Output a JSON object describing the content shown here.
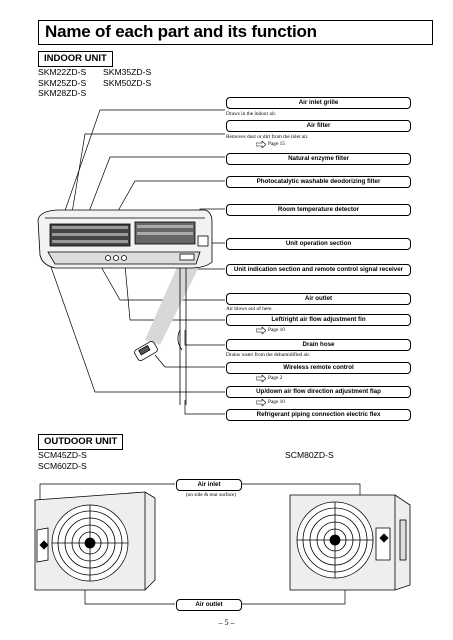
{
  "title": "Name of each part and its function",
  "indoor": {
    "heading": "INDOOR UNIT",
    "models_col1": [
      "SKM22ZD-S",
      "SKM25ZD-S",
      "SKM28ZD-S"
    ],
    "models_col2": [
      "SKM35ZD-S",
      "SKM50ZD-S"
    ],
    "parts": [
      {
        "label": "Air inlet grille",
        "desc": "Draws in the indoor air."
      },
      {
        "label": "Air filter",
        "desc": "Removes dust or dirt from the inlet air.",
        "ref": "Page 15"
      },
      {
        "label": "Natural enzyme filter"
      },
      {
        "label": "Photocatalytic washable deodorizing filter"
      },
      {
        "label": "Room temperature detector"
      },
      {
        "label": "Unit operation section"
      },
      {
        "label": "Unit indication section and remote control signal receiver"
      },
      {
        "label": "Air outlet",
        "desc": "Air blows out of here."
      },
      {
        "label": "Left/right air flow adjustment fin",
        "ref": "Page 10"
      },
      {
        "label": "Drain hose",
        "desc": "Drains water from the dehumidified air."
      },
      {
        "label": "Wireless remote control",
        "ref": "Page 2"
      },
      {
        "label": "Up/down air flow direction adjustment flap",
        "ref": "Page 10"
      },
      {
        "label": "Refrigerant piping connection electric flex"
      }
    ]
  },
  "outdoor": {
    "heading": "OUTDOOR UNIT",
    "models_left": [
      "SCM45ZD-S",
      "SCM60ZD-S"
    ],
    "models_right": [
      "SCM80ZD-S"
    ],
    "air_inlet": "Air inlet",
    "air_inlet_desc": "(on side & rear surface)",
    "air_outlet": "Air outlet"
  },
  "page_number": "– 5 –"
}
